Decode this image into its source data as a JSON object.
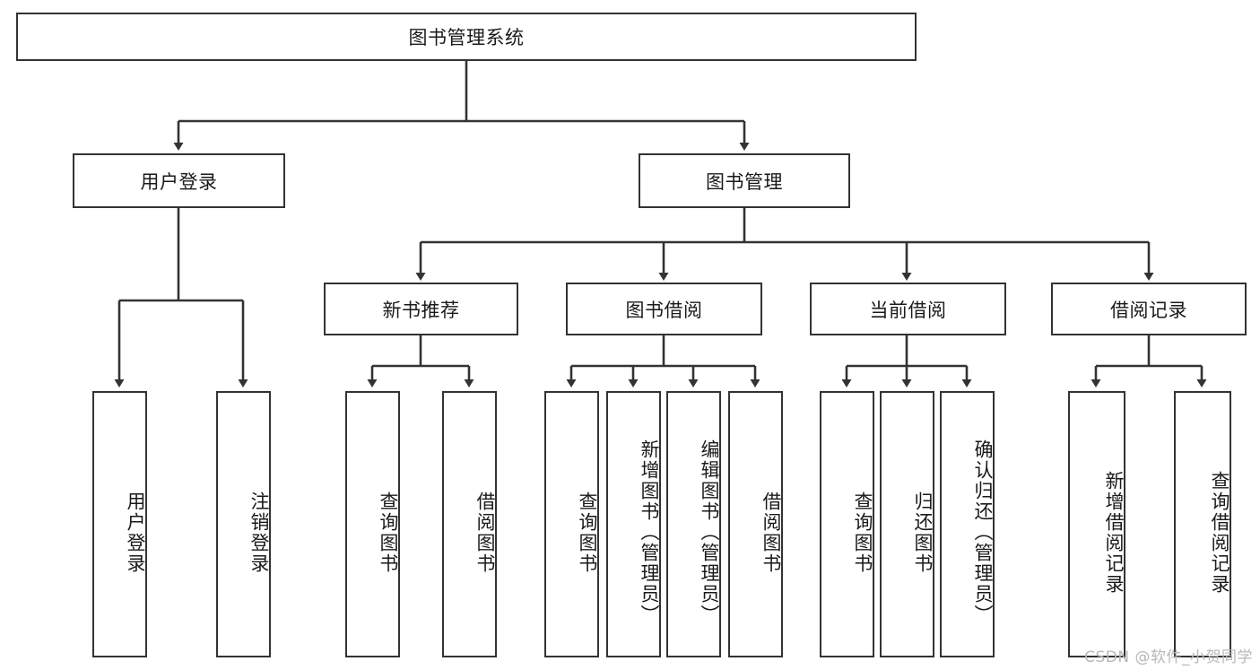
{
  "diagram": {
    "title": "图书管理系统",
    "watermark": "CSDN @软件_小贺同学",
    "line_color": "#333333",
    "box_fill": "#ffffff",
    "text_color": "#1a1a1a",
    "root": {
      "label": "图书管理系统"
    },
    "level2": [
      {
        "label": "用户登录"
      },
      {
        "label": "图书管理"
      }
    ],
    "level3": [
      {
        "label": "新书推荐"
      },
      {
        "label": "图书借阅"
      },
      {
        "label": "当前借阅"
      },
      {
        "label": "借阅记录"
      }
    ],
    "leaves": {
      "user_login": [
        {
          "label": "用户登录"
        },
        {
          "label": "注销登录"
        }
      ],
      "new_book": [
        {
          "label": "查询图书"
        },
        {
          "label": "借阅图书"
        }
      ],
      "book_borrow": [
        {
          "label": "查询图书"
        },
        {
          "label": "新增图书（管理员）"
        },
        {
          "label": "编辑图书（管理员）"
        },
        {
          "label": "借阅图书"
        }
      ],
      "current_borrow": [
        {
          "label": "查询图书"
        },
        {
          "label": "归还图书"
        },
        {
          "label": "确认归还（管理员）"
        }
      ],
      "borrow_record": [
        {
          "label": "新增借阅记录"
        },
        {
          "label": "查询借阅记录"
        }
      ]
    }
  }
}
